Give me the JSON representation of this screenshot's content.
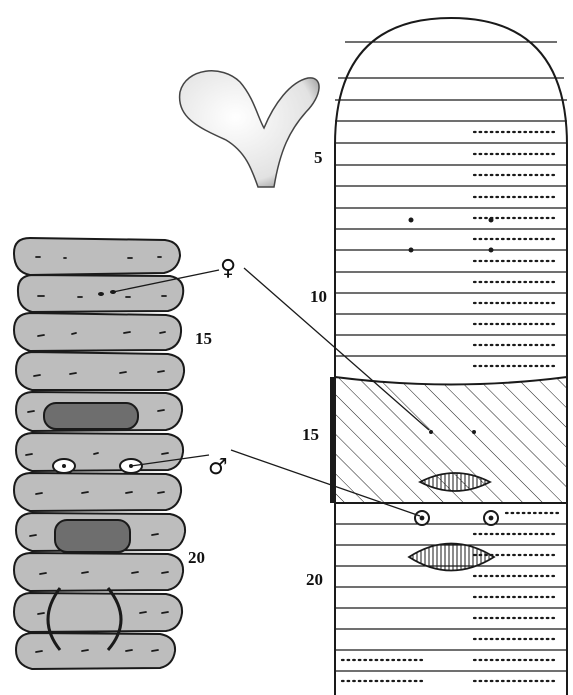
{
  "colors": {
    "segment_fill": "#bdbdbd",
    "clitellum_patch": "#6e6e6e",
    "line": "#1a1a1a",
    "background": "#ffffff"
  },
  "left_view": {
    "segment_label": "15",
    "segment_label_20": "20",
    "female_symbol": "♀",
    "male_symbol": "♂"
  },
  "right_view": {
    "segment_labels": [
      "5",
      "10",
      "15",
      "20"
    ]
  }
}
